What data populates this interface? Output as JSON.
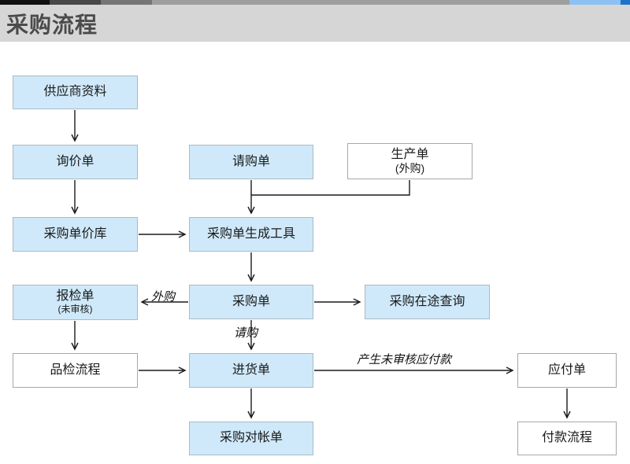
{
  "header": {
    "title": "采购流程"
  },
  "flowchart": {
    "nodes": [
      {
        "id": "supplier-info",
        "label": "供应商资料",
        "style": "highlight"
      },
      {
        "id": "inquiry-form",
        "label": "询价单",
        "style": "highlight"
      },
      {
        "id": "purchase-requisition",
        "label": "请购单",
        "style": "highlight"
      },
      {
        "id": "production-order",
        "label": "生产单",
        "sublabel": "(外购)",
        "style": "plain"
      },
      {
        "id": "purchase-price-library",
        "label": "采购单价库",
        "style": "highlight"
      },
      {
        "id": "po-generation-tool",
        "label": "采购单生成工具",
        "style": "highlight"
      },
      {
        "id": "inspection-form",
        "label": "报检单",
        "sublabel": "(未审核)",
        "style": "highlight"
      },
      {
        "id": "purchase-order",
        "label": "采购单",
        "style": "highlight"
      },
      {
        "id": "purchase-in-transit-query",
        "label": "采购在途查询",
        "style": "highlight"
      },
      {
        "id": "quality-inspection-process",
        "label": "品检流程",
        "style": "plain"
      },
      {
        "id": "goods-receipt",
        "label": "进货单",
        "style": "highlight"
      },
      {
        "id": "payable-order",
        "label": "应付单",
        "style": "plain"
      },
      {
        "id": "purchase-reconciliation",
        "label": "采购对帐单",
        "style": "highlight"
      },
      {
        "id": "payment-process",
        "label": "付款流程",
        "style": "plain"
      }
    ],
    "edge_labels": [
      {
        "id": "outsourced",
        "text": "外购"
      },
      {
        "id": "requisition",
        "text": "请购"
      },
      {
        "id": "generate-unaudited-payable",
        "text": "产生未审核应付款"
      }
    ],
    "edges": [
      {
        "from": "供应商资料",
        "to": "询价单"
      },
      {
        "from": "询价单",
        "to": "采购单价库"
      },
      {
        "from": "采购单价库",
        "to": "采购单生成工具"
      },
      {
        "from": "请购单",
        "to": "采购单生成工具"
      },
      {
        "from": "生产单(外购)",
        "to": "采购单生成工具"
      },
      {
        "from": "采购单生成工具",
        "to": "采购单"
      },
      {
        "from": "采购单",
        "to": "报检单(未审核)",
        "label": "外购"
      },
      {
        "from": "采购单",
        "to": "采购在途查询"
      },
      {
        "from": "采购单",
        "to": "进货单",
        "label": "请购"
      },
      {
        "from": "报检单(未审核)",
        "to": "品检流程"
      },
      {
        "from": "品检流程",
        "to": "进货单"
      },
      {
        "from": "进货单",
        "to": "应付单",
        "label": "产生未审核应付款"
      },
      {
        "from": "进货单",
        "to": "采购对帐单"
      },
      {
        "from": "应付单",
        "to": "付款流程"
      }
    ],
    "colors": {
      "highlight_fill": "#cfe9fa",
      "highlight_border": "#aeb9c2",
      "plain_fill": "#ffffff",
      "plain_border": "#a8a8a8",
      "arrow": "#1a1a1a",
      "header_strip": "#d6d6d6",
      "title_text": "#4b4b4b",
      "top_bar_segments": [
        "#101010",
        "#484848",
        "#767676",
        "#9e9e9e",
        "#8bc1f3",
        "#1f72c9"
      ]
    }
  }
}
